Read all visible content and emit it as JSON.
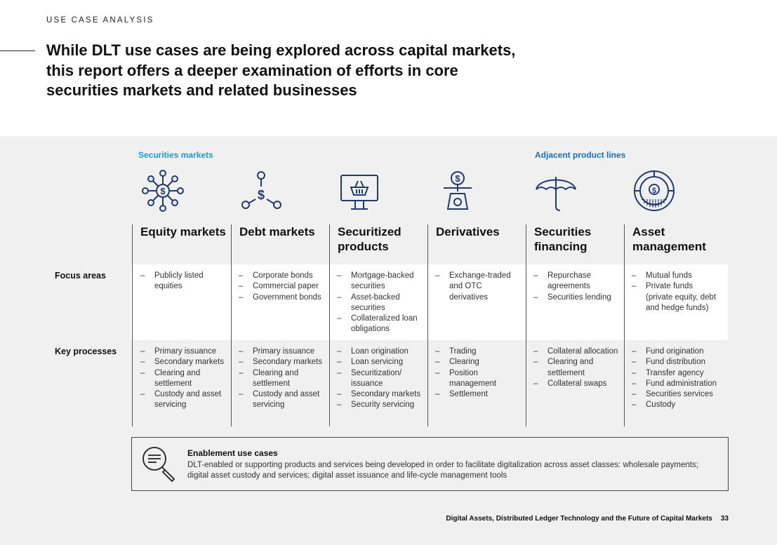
{
  "header": {
    "kicker": "USE CASE ANALYSIS",
    "title": "While DLT use cases are being explored across capital markets, this report offers a deeper examination of efforts in core securities markets and related businesses"
  },
  "groups": {
    "securities": "Securities markets",
    "adjacent": "Adjacent product lines"
  },
  "row_labels": {
    "focus": "Focus areas",
    "key": "Key processes"
  },
  "columns": [
    {
      "icon": "network-dollar-icon",
      "title": "Equity markets",
      "focus": [
        "Publicly listed equities"
      ],
      "key": [
        "Primary issuance",
        "Secondary markets",
        "Clearing and settlement",
        "Custody and asset servicing"
      ]
    },
    {
      "icon": "molecule-dollar-icon",
      "title": "Debt markets",
      "focus": [
        "Corporate bonds",
        "Commercial paper",
        "Government bonds"
      ],
      "key": [
        "Primary issuance",
        "Secondary markets",
        "Clearing and settlement",
        "Custody and asset servicing"
      ]
    },
    {
      "icon": "monitor-basket-icon",
      "title": "Securitized products",
      "focus": [
        "Mortgage-backed securities",
        "Asset-backed securities",
        "Collateralized loan obligations"
      ],
      "key": [
        "Loan origination",
        "Loan servicing",
        "Securitization/ issuance",
        "Secondary markets",
        "Security servicing"
      ]
    },
    {
      "icon": "scale-dollar-icon",
      "title": "Derivatives",
      "focus": [
        "Exchange-traded and OTC derivatives"
      ],
      "key": [
        "Trading",
        "Clearing",
        "Position management",
        "Settlement"
      ]
    },
    {
      "icon": "umbrella-icon",
      "title": "Securities financing",
      "focus": [
        "Repurchase agreements",
        "Securities lending"
      ],
      "key": [
        "Collateral allocation",
        "Clearing and settlement",
        "Collateral swaps"
      ]
    },
    {
      "icon": "pie-dollar-icon",
      "title": "Asset management",
      "focus": [
        "Mutual funds",
        "Private funds (private equity, debt and hedge funds)"
      ],
      "key": [
        "Fund origination",
        "Fund distribution",
        "Transfer agency",
        "Fund administration",
        "Securities services",
        "Custody"
      ]
    }
  ],
  "enablement": {
    "icon": "magnifier-document-icon",
    "title": "Enablement use cases",
    "text": "DLT-enabled or supporting products and services being developed in order to facilitate digitalization across asset classes: wholesale payments; digital asset custody and services; digital asset issuance and life-cycle management tools"
  },
  "footer": {
    "report": "Digital Assets, Distributed Ledger Technology and the Future of Capital Markets",
    "page": "33"
  },
  "colors": {
    "accent_light": "#1a9bd7",
    "accent_dark": "#1a6fb8",
    "icon_stroke": "#1f3b73",
    "panel_bg": "#f0f0f0"
  }
}
